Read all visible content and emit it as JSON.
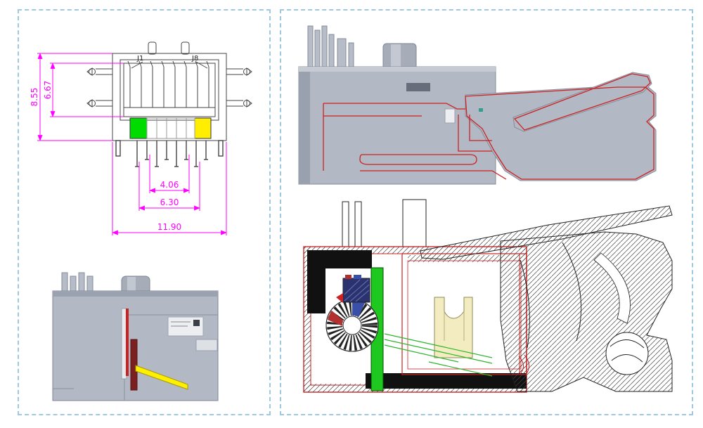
{
  "front_view": {
    "labels": {
      "pin_first": "J1",
      "pin_last": "J8"
    },
    "dims": {
      "outer_height": "8.55",
      "inner_height": "6.67",
      "pin_span": "4.06",
      "inner_width": "6.30",
      "outer_width": "11.90"
    }
  },
  "colors": {
    "dimension": "#ff00ff",
    "pad_green": "#00dc00",
    "pad_yellow": "#ffee00",
    "pcb_green": "#1ec81e",
    "component_yellow": "#f2ecc0",
    "section_red": "#cc2222",
    "body_gray": "#b2b8c4",
    "panel_border": "#9fc8e1",
    "wedge_yellow": "#ffef00",
    "maroon_bar": "#7a2020",
    "black_ink": "#111111"
  }
}
